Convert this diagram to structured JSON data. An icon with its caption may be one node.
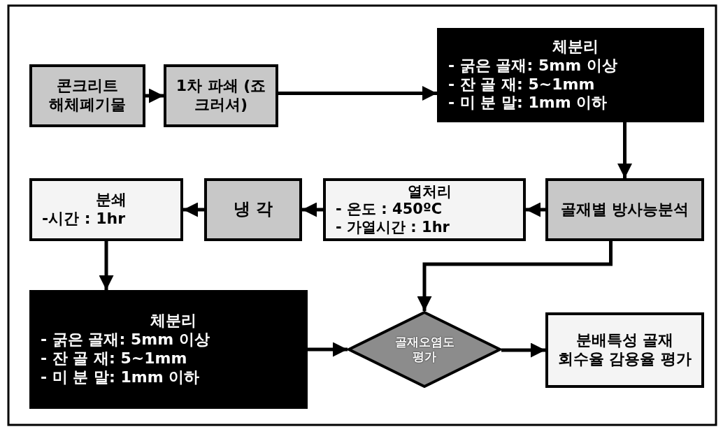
{
  "diagram": {
    "nodes": [
      {
        "text": [
          "콘크리트 해체폐기물"
        ]
      },
      {
        "text": [
          "1차 파쇄 (죠 크러셔)"
        ]
      },
      {
        "text": [
          "체분리",
          "- 굵은 골재: 5mm 이상",
          "- 잔 골 재: 5~1mm",
          "- 미 분 말: 1mm 이하"
        ]
      },
      {
        "text": [
          "골재별 방사능분석"
        ]
      },
      {
        "text": [
          "열처리",
          "- 온도 : 450ºC",
          "- 가열시간 : 1hr"
        ]
      },
      {
        "text": [
          "냉 각"
        ]
      },
      {
        "text": [
          "분쇄",
          "-시간 : 1hr"
        ]
      },
      {
        "text": [
          "체분리",
          "- 굵은 골재: 5mm 이상",
          "- 잔 골 재: 5~1mm",
          "- 미 분 말: 1mm 이하"
        ]
      },
      {
        "text": [
          "골재오염도 평가"
        ]
      },
      {
        "text": [
          "분배특성 골재 회수율 감용율 평가"
        ]
      }
    ],
    "edges": [
      {
        "from": 0,
        "to": 1,
        "arrow": "to"
      },
      {
        "from": 1,
        "to": 2,
        "arrow": "to"
      },
      {
        "from": 2,
        "to": 3,
        "arrow": "to"
      },
      {
        "from": 3,
        "to": 4,
        "arrow": "to"
      },
      {
        "from": 4,
        "to": 5,
        "arrow": "to"
      },
      {
        "from": 5,
        "to": 6,
        "arrow": "to"
      },
      {
        "from": 6,
        "to": 7,
        "arrow": "to"
      },
      {
        "from": 3,
        "to": 8,
        "arrow": "to"
      },
      {
        "from": 7,
        "to": 8,
        "arrow": "to"
      },
      {
        "from": 8,
        "to": 9,
        "arrow": "to"
      }
    ]
  }
}
